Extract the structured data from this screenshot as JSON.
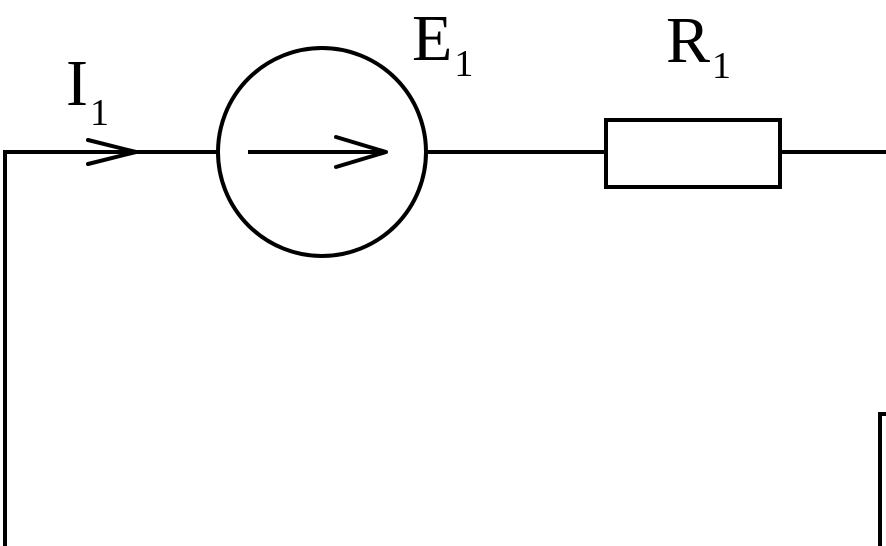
{
  "diagram": {
    "current_label": {
      "main": "I",
      "sub": "1"
    },
    "source_label": {
      "main": "E",
      "sub": "1"
    },
    "resistor_label": {
      "main": "R",
      "sub": "1"
    },
    "stroke_color": "#000000",
    "background_color": "#ffffff"
  }
}
